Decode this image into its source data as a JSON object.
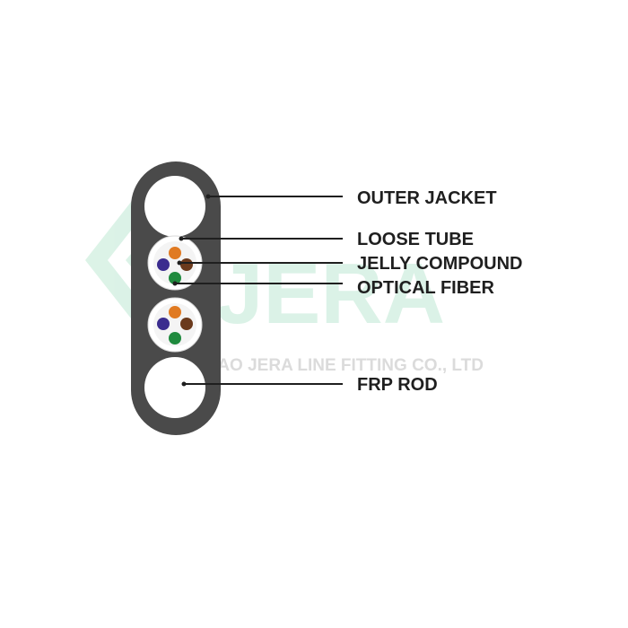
{
  "watermark": {
    "logo_text": "JERA",
    "company": "YUYAO JERA LINE FITTING CO., LTD",
    "color": "#bfe9d4"
  },
  "cable": {
    "jacket_color": "#4a4a4a",
    "fiber_colors": {
      "orange": "#e07a22",
      "blue": "#3b2d8f",
      "brown": "#6b3a1c",
      "green": "#1f8a3e"
    }
  },
  "labels": {
    "outer_jacket": "OUTER JACKET",
    "loose_tube": "LOOSE TUBE",
    "jelly_compound": "JELLY COMPOUND",
    "optical_fiber": "OPTICAL FIBER",
    "frp_rod": "FRP ROD"
  }
}
